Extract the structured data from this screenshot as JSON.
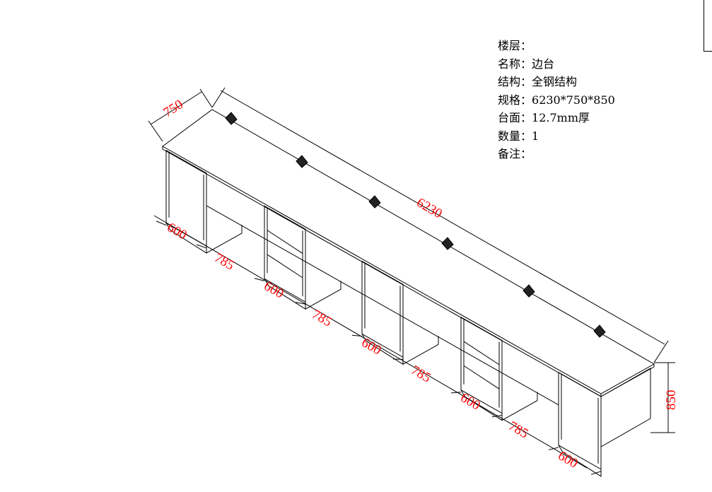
{
  "specs": [
    {
      "label": "楼层：",
      "value": ""
    },
    {
      "label": "名称：",
      "value": "边台"
    },
    {
      "label": "结构：",
      "value": "全钢结构"
    },
    {
      "label": "规格：",
      "value": "6230*750*850"
    },
    {
      "label": "台面：",
      "value": "12.7mm厚"
    },
    {
      "label": "数量：",
      "value": "1"
    },
    {
      "label": "备注：",
      "value": ""
    }
  ],
  "dimensions": {
    "depth": "750",
    "length": "6230",
    "height": "850",
    "segments": [
      "600",
      "785",
      "600",
      "785",
      "600",
      "785",
      "600",
      "785",
      "600"
    ]
  },
  "colors": {
    "dimension": "#ff0000",
    "line": "#000000"
  }
}
